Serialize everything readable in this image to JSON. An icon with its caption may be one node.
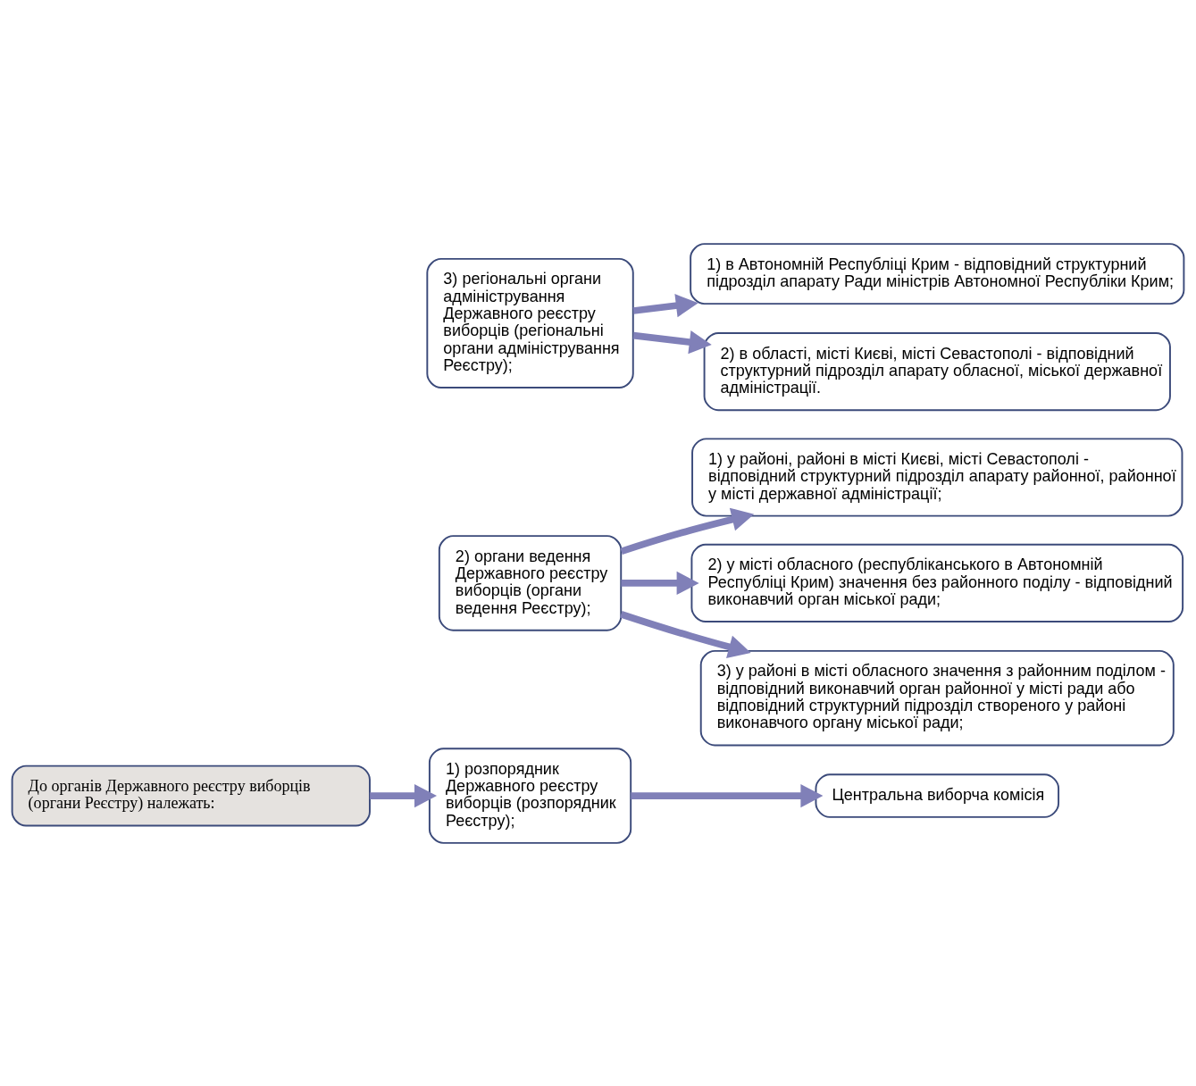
{
  "diagram": {
    "nodes": [
      {
        "text": [
          "До органів Державного реєстру виборців (органи Реєстру) належать:"
        ]
      },
      {
        "text": [
          "1) розпорядник Державного реєстру виборців (розпорядник Реєстру);"
        ]
      },
      {
        "text": [
          "Центральна виборча комісія"
        ]
      },
      {
        "text": [
          "2) органи ведення Державного реєстру виборців (органи ведення Реєстру);"
        ]
      },
      {
        "text": [
          "1) у районі, районі в місті Києві, місті Севастополі - відповідний структурний підрозділ апарату районної, районної у місті державної адміністрації;"
        ]
      },
      {
        "text": [
          "2) у місті обласного (республіканського в Автономній Республіці Крим) значення без районного поділу - відповідний виконавчий орган міської ради;"
        ]
      },
      {
        "text": [
          "3) у районі в місті обласного значення з районним поділом - відповідний виконавчий орган районної у місті ради або відповідний структурний підрозділ створеного у районі виконавчого органу міської ради;"
        ]
      },
      {
        "text": [
          "3) регіональні органи адміністрування Державного реєстру виборців (регіональні органи адміністрування Реєстру);"
        ]
      },
      {
        "text": [
          "1) в Автономній Республіці Крим - відповідний структурний підрозділ апарату Ради міністрів Автономної Республіки Крим;"
        ]
      },
      {
        "text": [
          "2) в області, місті Києві, місті Севастополі - відповідний структурний підрозділ апарату обласної, міської державної адміністрації."
        ]
      }
    ],
    "edges": [
      {
        "from": 0,
        "to": 1,
        "arrow": "to"
      },
      {
        "from": 1,
        "to": 2,
        "arrow": "to"
      },
      {
        "from": 3,
        "to": 4,
        "arrow": "to"
      },
      {
        "from": 3,
        "to": 5,
        "arrow": "to"
      },
      {
        "from": 3,
        "to": 6,
        "arrow": "to"
      },
      {
        "from": 7,
        "to": 8,
        "arrow": "to"
      },
      {
        "from": 7,
        "to": 9,
        "arrow": "to"
      }
    ]
  }
}
